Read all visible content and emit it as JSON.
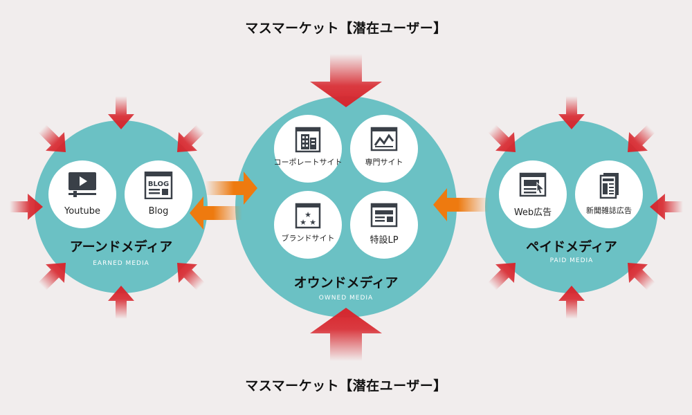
{
  "market": {
    "top_label": "マスマーケット【潜在ユーザー】",
    "bottom_label": "マスマーケット【潜在ユーザー】"
  },
  "earned": {
    "title": "アーンドメディア",
    "subtitle": "EARNED MEDIA",
    "items": [
      {
        "label": "Youtube",
        "icon": "video-player-icon"
      },
      {
        "label": "Blog",
        "icon": "blog-page-icon"
      }
    ]
  },
  "owned": {
    "title": "オウンドメディア",
    "subtitle": "OWNED MEDIA",
    "items": [
      {
        "label": "コーポレートサイト",
        "icon": "building-icon"
      },
      {
        "label": "専門サイト",
        "icon": "chart-window-icon"
      },
      {
        "label": "ブランドサイト",
        "icon": "stars-window-icon"
      },
      {
        "label": "特設LP",
        "icon": "landing-page-icon"
      }
    ]
  },
  "paid": {
    "title": "ペイドメディア",
    "subtitle": "PAID MEDIA",
    "items": [
      {
        "label": "Web広告",
        "icon": "web-ad-icon"
      },
      {
        "label": "新聞雑誌広告",
        "icon": "newspaper-icon"
      }
    ]
  },
  "colors": {
    "background": "#f1eded",
    "circle": "#6bc1c4",
    "red_arrow": "#d7262d",
    "orange_arrow": "#ee7a0f",
    "icon": "#3a4048"
  }
}
